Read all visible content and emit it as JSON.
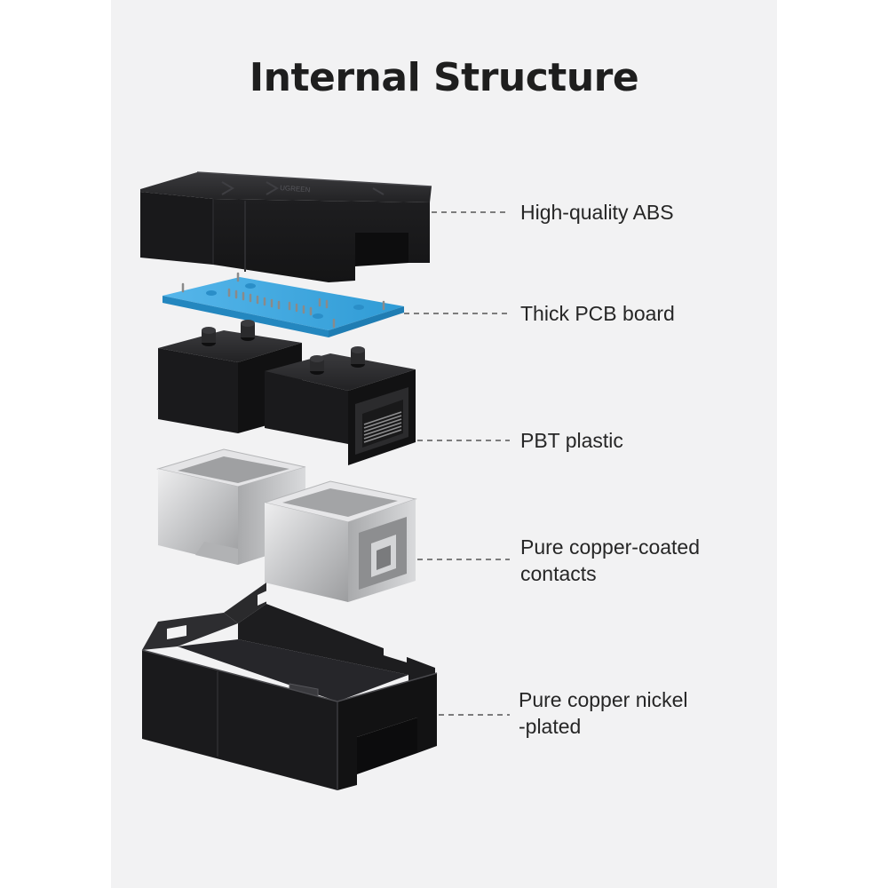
{
  "title": "Internal Structure",
  "brand_mark": "UGREEN",
  "layers": [
    {
      "id": "abs-shell",
      "lines": [
        "High-quality ABS"
      ]
    },
    {
      "id": "pcb-board",
      "lines": [
        "Thick PCB board"
      ]
    },
    {
      "id": "pbt-plastic",
      "lines": [
        "PBT plastic"
      ]
    },
    {
      "id": "copper-contacts",
      "lines": [
        "Pure copper-coated",
        "contacts"
      ]
    },
    {
      "id": "nickel-shell",
      "lines": [
        "Pure copper nickel",
        "-plated"
      ]
    }
  ],
  "colors": {
    "panel": "#f2f2f3",
    "title": "#1e1e1e",
    "plastic": "#1c1c1e",
    "pcb": "#3fa9e0",
    "metal": "#c9cacc",
    "leader": "#555555"
  }
}
